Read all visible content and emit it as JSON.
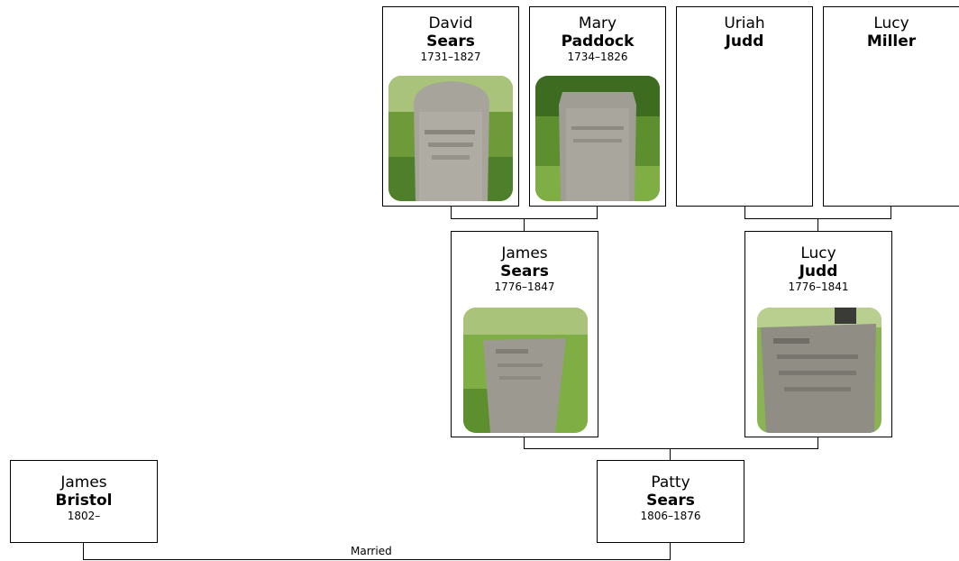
{
  "tree": {
    "people": [
      {
        "key": "david_sears",
        "given": "David",
        "surname": "Sears",
        "dates": "1731–1827"
      },
      {
        "key": "mary_paddock",
        "given": "Mary",
        "surname": "Paddock",
        "dates": "1734–1826"
      },
      {
        "key": "uriah_judd",
        "given": "Uriah",
        "surname": "Judd",
        "dates": ""
      },
      {
        "key": "lucy_miller",
        "given": "Lucy",
        "surname": "Miller",
        "dates": ""
      },
      {
        "key": "james_sears",
        "given": "James",
        "surname": "Sears",
        "dates": "1776–1847"
      },
      {
        "key": "lucy_judd",
        "given": "Lucy",
        "surname": "Judd",
        "dates": "1776–1841"
      },
      {
        "key": "james_bristol",
        "given": "James",
        "surname": "Bristol",
        "dates": "1802–"
      },
      {
        "key": "patty_sears",
        "given": "Patty",
        "surname": "Sears",
        "dates": "1806–1876"
      }
    ],
    "marriage_label": "Married"
  },
  "colors": {
    "border": "#000000",
    "grass_light": "#7fae45",
    "grass_dark": "#3f6a22",
    "stone": "#9c9a90",
    "stone_shadow": "#6f6d66"
  }
}
